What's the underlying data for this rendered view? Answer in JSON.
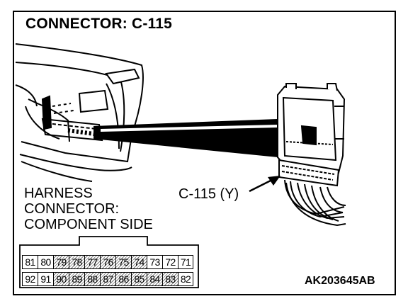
{
  "title": "CONNECTOR: C-115",
  "harness_lines": [
    "HARNESS",
    "CONNECTOR:",
    "COMPONENT SIDE"
  ],
  "callout_label": "C-115 (Y)",
  "figure_code": "AK203645AB",
  "pins": {
    "top_row": [
      "81",
      "80",
      "79",
      "78",
      "77",
      "76",
      "75",
      "74",
      "73",
      "72",
      "71"
    ],
    "bottom_row": [
      "92",
      "91",
      "90",
      "89",
      "88",
      "87",
      "86",
      "85",
      "84",
      "83",
      "82"
    ],
    "hatched_top": [
      "79",
      "78",
      "77",
      "76",
      "75",
      "74"
    ],
    "hatched_bottom": [
      "90",
      "89",
      "88",
      "87",
      "86",
      "85",
      "84",
      "83"
    ]
  }
}
